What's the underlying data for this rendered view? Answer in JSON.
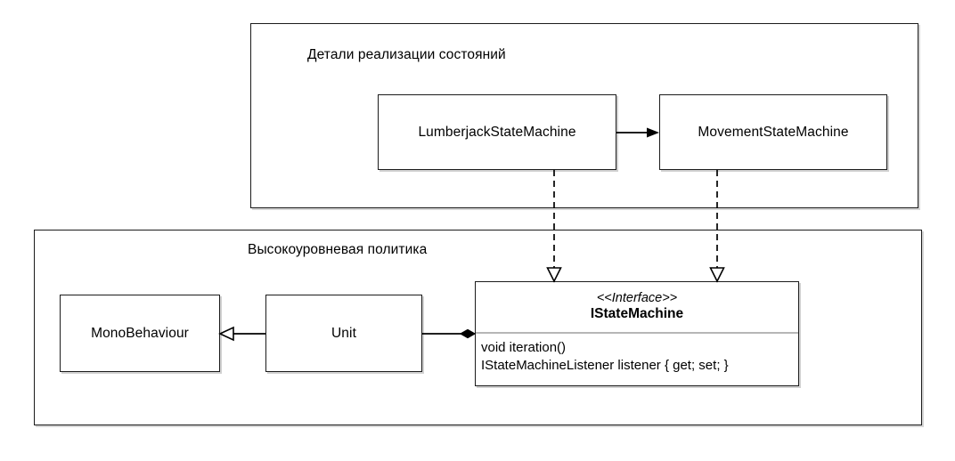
{
  "diagram": {
    "type": "uml-class-diagram",
    "background": "#ffffff",
    "stroke_color": "#1b1b1b",
    "divider_color": "#b6b6b6"
  },
  "packages": [
    {
      "id": "details",
      "title": "Детали реализации состояний"
    },
    {
      "id": "policy",
      "title": "Высокоуровневая политика"
    }
  ],
  "nodes": {
    "lumberjack": {
      "label": "LumberjackStateMachine"
    },
    "movement": {
      "label": "MovementStateMachine"
    },
    "monobehaviour": {
      "label": "MonoBehaviour"
    },
    "unit": {
      "label": "Unit"
    }
  },
  "interface": {
    "stereotype": "<<Interface>>",
    "name": "IStateMachine",
    "members": [
      "void iteration()",
      "IStateMachineListener listener { get; set; }"
    ]
  },
  "relations": [
    {
      "id": "lumberjack-to-movement",
      "kind": "association",
      "line": "solid",
      "arrowhead": "filled-triangle",
      "from": "lumberjack",
      "to": "movement"
    },
    {
      "id": "lumberjack-realizes-istatemachine",
      "kind": "realization",
      "line": "dashed",
      "arrowhead": "hollow-triangle",
      "from": "lumberjack",
      "to": "istatemachine"
    },
    {
      "id": "movement-realizes-istatemachine",
      "kind": "realization",
      "line": "dashed",
      "arrowhead": "hollow-triangle",
      "from": "movement",
      "to": "istatemachine"
    },
    {
      "id": "unit-extends-monobehaviour",
      "kind": "generalization",
      "line": "solid",
      "arrowhead": "hollow-triangle",
      "from": "unit",
      "to": "monobehaviour"
    },
    {
      "id": "unit-composes-istatemachine",
      "kind": "composition",
      "line": "solid",
      "arrowhead": "filled-diamond",
      "from": "unit",
      "to": "istatemachine"
    }
  ]
}
